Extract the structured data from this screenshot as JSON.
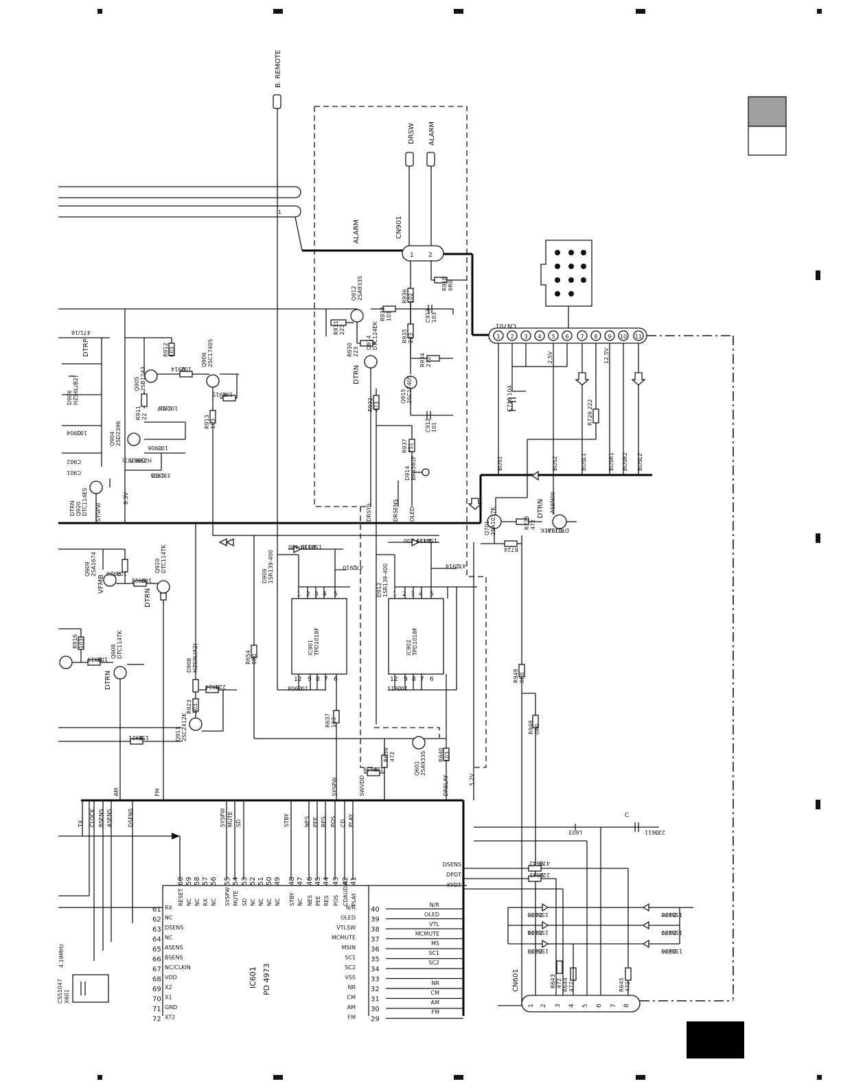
{
  "connectors": {
    "b_remote": "B. REMOTE",
    "b_remote_pin": "1",
    "drsw": "DRSW",
    "alarm_top": "ALARM",
    "alarm_block": "ALARM",
    "cn901": "CN901",
    "cn901_pins": [
      "1",
      "2"
    ],
    "cn701": "CN701",
    "cn701_pins": [
      "1",
      "2",
      "3",
      "4",
      "5",
      "6",
      "7",
      "8",
      "9",
      "10",
      "11"
    ],
    "cn601": "CN601",
    "cn601_pins": [
      "1",
      "2",
      "3",
      "4",
      "5",
      "6",
      "7",
      "8"
    ]
  },
  "cn701_signals": {
    "v25": "2.5V",
    "v125": "12.5V",
    "bus": [
      "BUS1",
      "BUS2",
      "BUSL1",
      "BUSR1",
      "BUSR2",
      "BUSL2"
    ],
    "c716": "C716 104",
    "r726": "R726 222"
  },
  "upper_parts": {
    "q912": [
      "Q912",
      "2SA933S"
    ],
    "r931": [
      "R931",
      "223"
    ],
    "r933": [
      "R933",
      "101"
    ],
    "r936": [
      "R936",
      "102"
    ],
    "c913": [
      "C913",
      "103"
    ],
    "r918": [
      "R918",
      "0R0"
    ],
    "q914": [
      "Q914",
      "DTC124EK"
    ],
    "r930": [
      "R930",
      "223"
    ],
    "dtrn": "DTRN",
    "r935": [
      "R935",
      "223"
    ],
    "q915": [
      "Q915",
      "2SC1740S"
    ],
    "r934": [
      "R934",
      "272"
    ],
    "r932": [
      "R932",
      "473"
    ],
    "c912": [
      "C912",
      "101"
    ],
    "r937": [
      "R937",
      "751"
    ],
    "d914": [
      "D914",
      "BR4561F"
    ],
    "drsys": "DRSYS",
    "drsens": "DRSENS",
    "oled": "OLED"
  },
  "left_parts": {
    "cap471": "471/16",
    "dtrp": "DTRP",
    "r912": [
      "R912",
      "103"
    ],
    "q905": [
      "Q905",
      "2SB1243"
    ],
    "r914": [
      "R914",
      "102"
    ],
    "q906": [
      "Q906",
      "2SC1740S"
    ],
    "r915": [
      "R915",
      "101"
    ],
    "d906": [
      "D906",
      "HZS6L(B2)"
    ],
    "c904": [
      "C904",
      "103"
    ],
    "r911": [
      "R911",
      "22"
    ],
    "c907": [
      "C907",
      "101/16"
    ],
    "r913": [
      "R913",
      "103"
    ],
    "q904": [
      "Q904",
      "2SD2396"
    ],
    "c906": [
      "C906",
      "103"
    ],
    "d907": [
      "D907",
      "HZS9L(B3)"
    ],
    "c902": "C902",
    "c901": "C901",
    "c905": [
      "C905",
      "331/10"
    ],
    "q920": [
      "DTRN",
      "Q920",
      "DTC114ES"
    ],
    "sysp": "SYSPW",
    "v83": "8.3V"
  },
  "mid_parts": {
    "q909": [
      "Q909",
      "2SA1674"
    ],
    "r920": [
      "R920",
      "103"
    ],
    "r922": [
      "R922",
      "102"
    ],
    "q910": [
      "Q910",
      "DTC114TK"
    ],
    "vfmb": "VFMB",
    "dtrn2": "DTRN",
    "r916": [
      "R916",
      "103"
    ],
    "r919": [
      "R919",
      "102"
    ],
    "q908": [
      "Q908",
      "DTC114TK"
    ],
    "dtrn3": "DTRN",
    "d908": [
      "D908",
      "HZS9L(A2)"
    ],
    "r923": [
      "R923",
      "103"
    ],
    "r924": [
      "R924",
      "223"
    ],
    "q911": [
      "Q911",
      "2SC2412K"
    ],
    "r921": [
      "R921",
      "152"
    ],
    "r654": [
      "R654",
      "0R0"
    ]
  },
  "relay_parts": {
    "d909": [
      "D909",
      "1SR139-400"
    ],
    "d910": [
      "D910",
      "1SR139-400"
    ],
    "c910": [
      "C910",
      "472"
    ],
    "ic901": [
      "IC901",
      "TPD1018F"
    ],
    "c908": [
      "C908",
      "103"
    ],
    "r637": [
      "R637",
      "103"
    ],
    "d912": [
      "D912",
      "1SR139-400"
    ],
    "d913": [
      "D913",
      "1SR139-400"
    ],
    "c914": [
      "C914",
      "472"
    ],
    "ic902": [
      "IC902",
      "TPD1018F"
    ],
    "c911": [
      "C911",
      "103"
    ],
    "ic_pins_top": [
      "1",
      "2",
      "3",
      "4",
      "5"
    ],
    "ic_pins_bottom": [
      "12",
      "9",
      "8",
      "7",
      "6"
    ],
    "r639": [
      "R639",
      "472"
    ],
    "r638": [
      "R638",
      "222"
    ],
    "q601": [
      "Q601",
      "2SA933S"
    ],
    "r640": [
      "R640",
      "103"
    ],
    "v52": "5.2V",
    "sysp": "SYSPW",
    "sw": "SWVDD",
    "drelay": "DRELAY"
  },
  "right_parts": {
    "q701": [
      "Q701",
      "2SA1037K"
    ],
    "r725": [
      "R725",
      "472"
    ],
    "r724": "R724",
    "dtrn": "DTRN",
    "q702": [
      "Q702",
      "DTC114EK"
    ],
    "asen": "ASEN00",
    "r949": [
      "R949",
      "0R0"
    ],
    "r948": [
      "R948",
      "0R0"
    ],
    "l603": "L603",
    "c611": [
      "C611",
      "223"
    ],
    "c": "C",
    "r642": [
      "R642",
      "473"
    ],
    "r641": [
      "R641",
      "222"
    ],
    "d605": [
      "D605",
      "1SS270"
    ],
    "d604": [
      "D604",
      "1SS270"
    ],
    "d603": [
      "D603",
      "1SS270"
    ],
    "d608": [
      "D608",
      "1SS270"
    ],
    "d607": [
      "D607",
      "1SS270"
    ],
    "d606": [
      "D606",
      "1SS270"
    ],
    "r643": [
      "R643",
      "472"
    ],
    "r644": [
      "R644",
      "472"
    ],
    "r645": [
      "R645",
      "472"
    ],
    "lines": [
      "DSENS",
      "DPDT",
      "KYDT"
    ]
  },
  "ic601": {
    "ref": "IC601",
    "part": "PD 4973",
    "top_signals": [
      "TX",
      "CLOCK",
      "BSENS",
      "ASENS",
      "DSENS",
      "AM",
      "FM",
      "SYSPW",
      "MUTE",
      "SD",
      "STBY",
      "NES",
      "PEE",
      "RES",
      "POS",
      "CD",
      "PLAY"
    ],
    "top_pins": [
      "60",
      "59",
      "58",
      "57",
      "56",
      "55",
      "54",
      "53",
      "52",
      "51",
      "50",
      "49",
      "48",
      "47",
      "46",
      "45",
      "44",
      "43",
      "42",
      "41"
    ],
    "top_pin_names": [
      "RESET",
      "NC",
      "NC",
      "RX",
      "NC",
      "SYSPW",
      "MUTE",
      "SD",
      "NC",
      "NC",
      "NC",
      "NC",
      "STBY",
      "NC",
      "NES",
      "PEE",
      "RES",
      "POS",
      "CDAUDW",
      "PLAY"
    ],
    "left_pins": [
      "61",
      "62",
      "63",
      "64",
      "65",
      "66",
      "67",
      "68",
      "69",
      "70",
      "71",
      "72"
    ],
    "left_pin_names": [
      "RX",
      "NC",
      "DSENS",
      "NC",
      "ASENS",
      "BSENS",
      "NC/CLKIN",
      "VDD",
      "X2",
      "X1",
      "GND",
      "XT2"
    ],
    "right_pins": [
      "40",
      "39",
      "38",
      "37",
      "36",
      "35",
      "34",
      "33",
      "32",
      "31",
      "30",
      "29"
    ],
    "right_pin_names": [
      "N/R",
      "OLED",
      "VTLSW",
      "MCMUTE",
      "MSIN",
      "SC1",
      "SC2",
      "VSS",
      "NR",
      "CM",
      "AM",
      "FM"
    ],
    "right_signals": [
      "N/R",
      "OLED",
      "VTL",
      "MCMUTE",
      "MS",
      "SC1",
      "SC2",
      "NR",
      "CM",
      "AM",
      "FM"
    ],
    "xtal": [
      "CSS1047",
      "X601",
      "4.19MHz"
    ]
  }
}
